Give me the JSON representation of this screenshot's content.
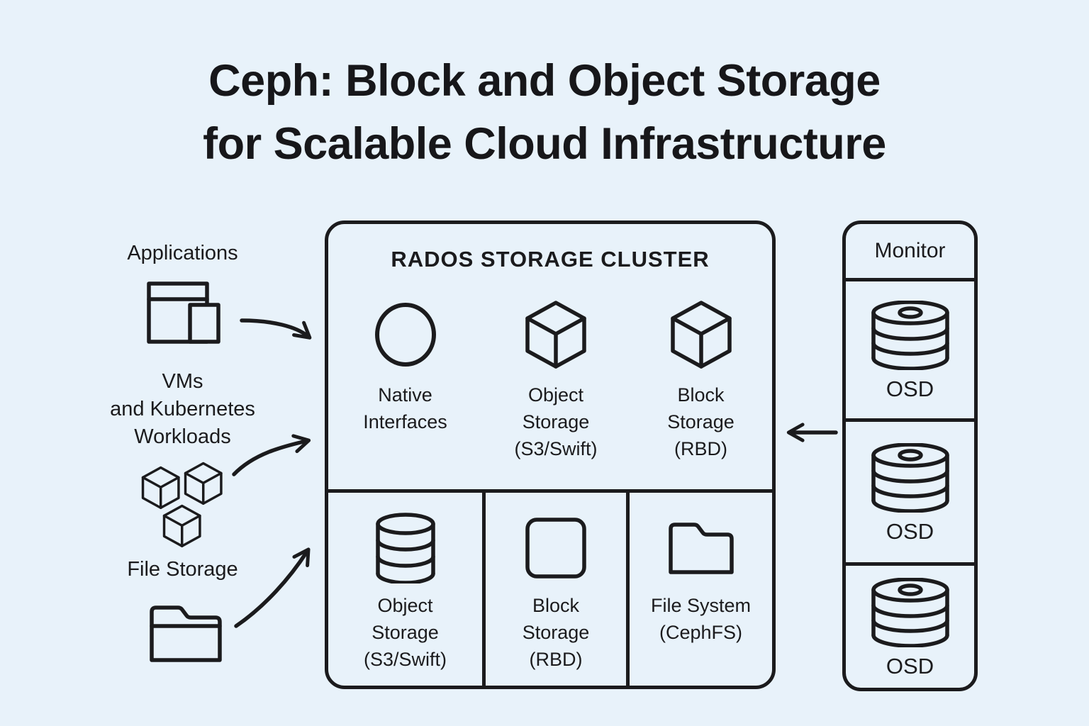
{
  "colors": {
    "background": "#e8f2fa",
    "ink": "#1b1b1d"
  },
  "title": "Ceph: Block and Object Storage\nfor Scalable Cloud Infrastructure",
  "left_column": {
    "items": [
      {
        "label": "Applications",
        "icon": "app-windows-icon"
      },
      {
        "label": "VMs\nand Kubernetes\nWorkloads",
        "icon": "cubes-icon"
      },
      {
        "label": "File Storage",
        "icon": "folder-icon"
      }
    ]
  },
  "rados_cluster": {
    "title": "RADOS STORAGE CLUSTER",
    "top_cells": [
      {
        "label": "Native\nInterfaces",
        "icon": "circle-icon"
      },
      {
        "label": "Object\nStorage\n(S3/Swift)",
        "icon": "cube-icon"
      },
      {
        "label": "Block\nStorage\n(RBD)",
        "icon": "cube-icon"
      }
    ],
    "bottom_cells": [
      {
        "label": "Object\nStorage\n(S3/Swift)",
        "icon": "database-icon"
      },
      {
        "label": "Block\nStorage\n(RBD)",
        "icon": "rounded-square-icon"
      },
      {
        "label": "File System\n(CephFS)",
        "icon": "folder-icon"
      }
    ]
  },
  "monitor_panel": {
    "title": "Monitor",
    "osd_nodes": [
      {
        "label": "OSD",
        "icon": "disk-stack-icon"
      },
      {
        "label": "OSD",
        "icon": "disk-stack-icon"
      },
      {
        "label": "OSD",
        "icon": "disk-stack-icon"
      }
    ]
  }
}
